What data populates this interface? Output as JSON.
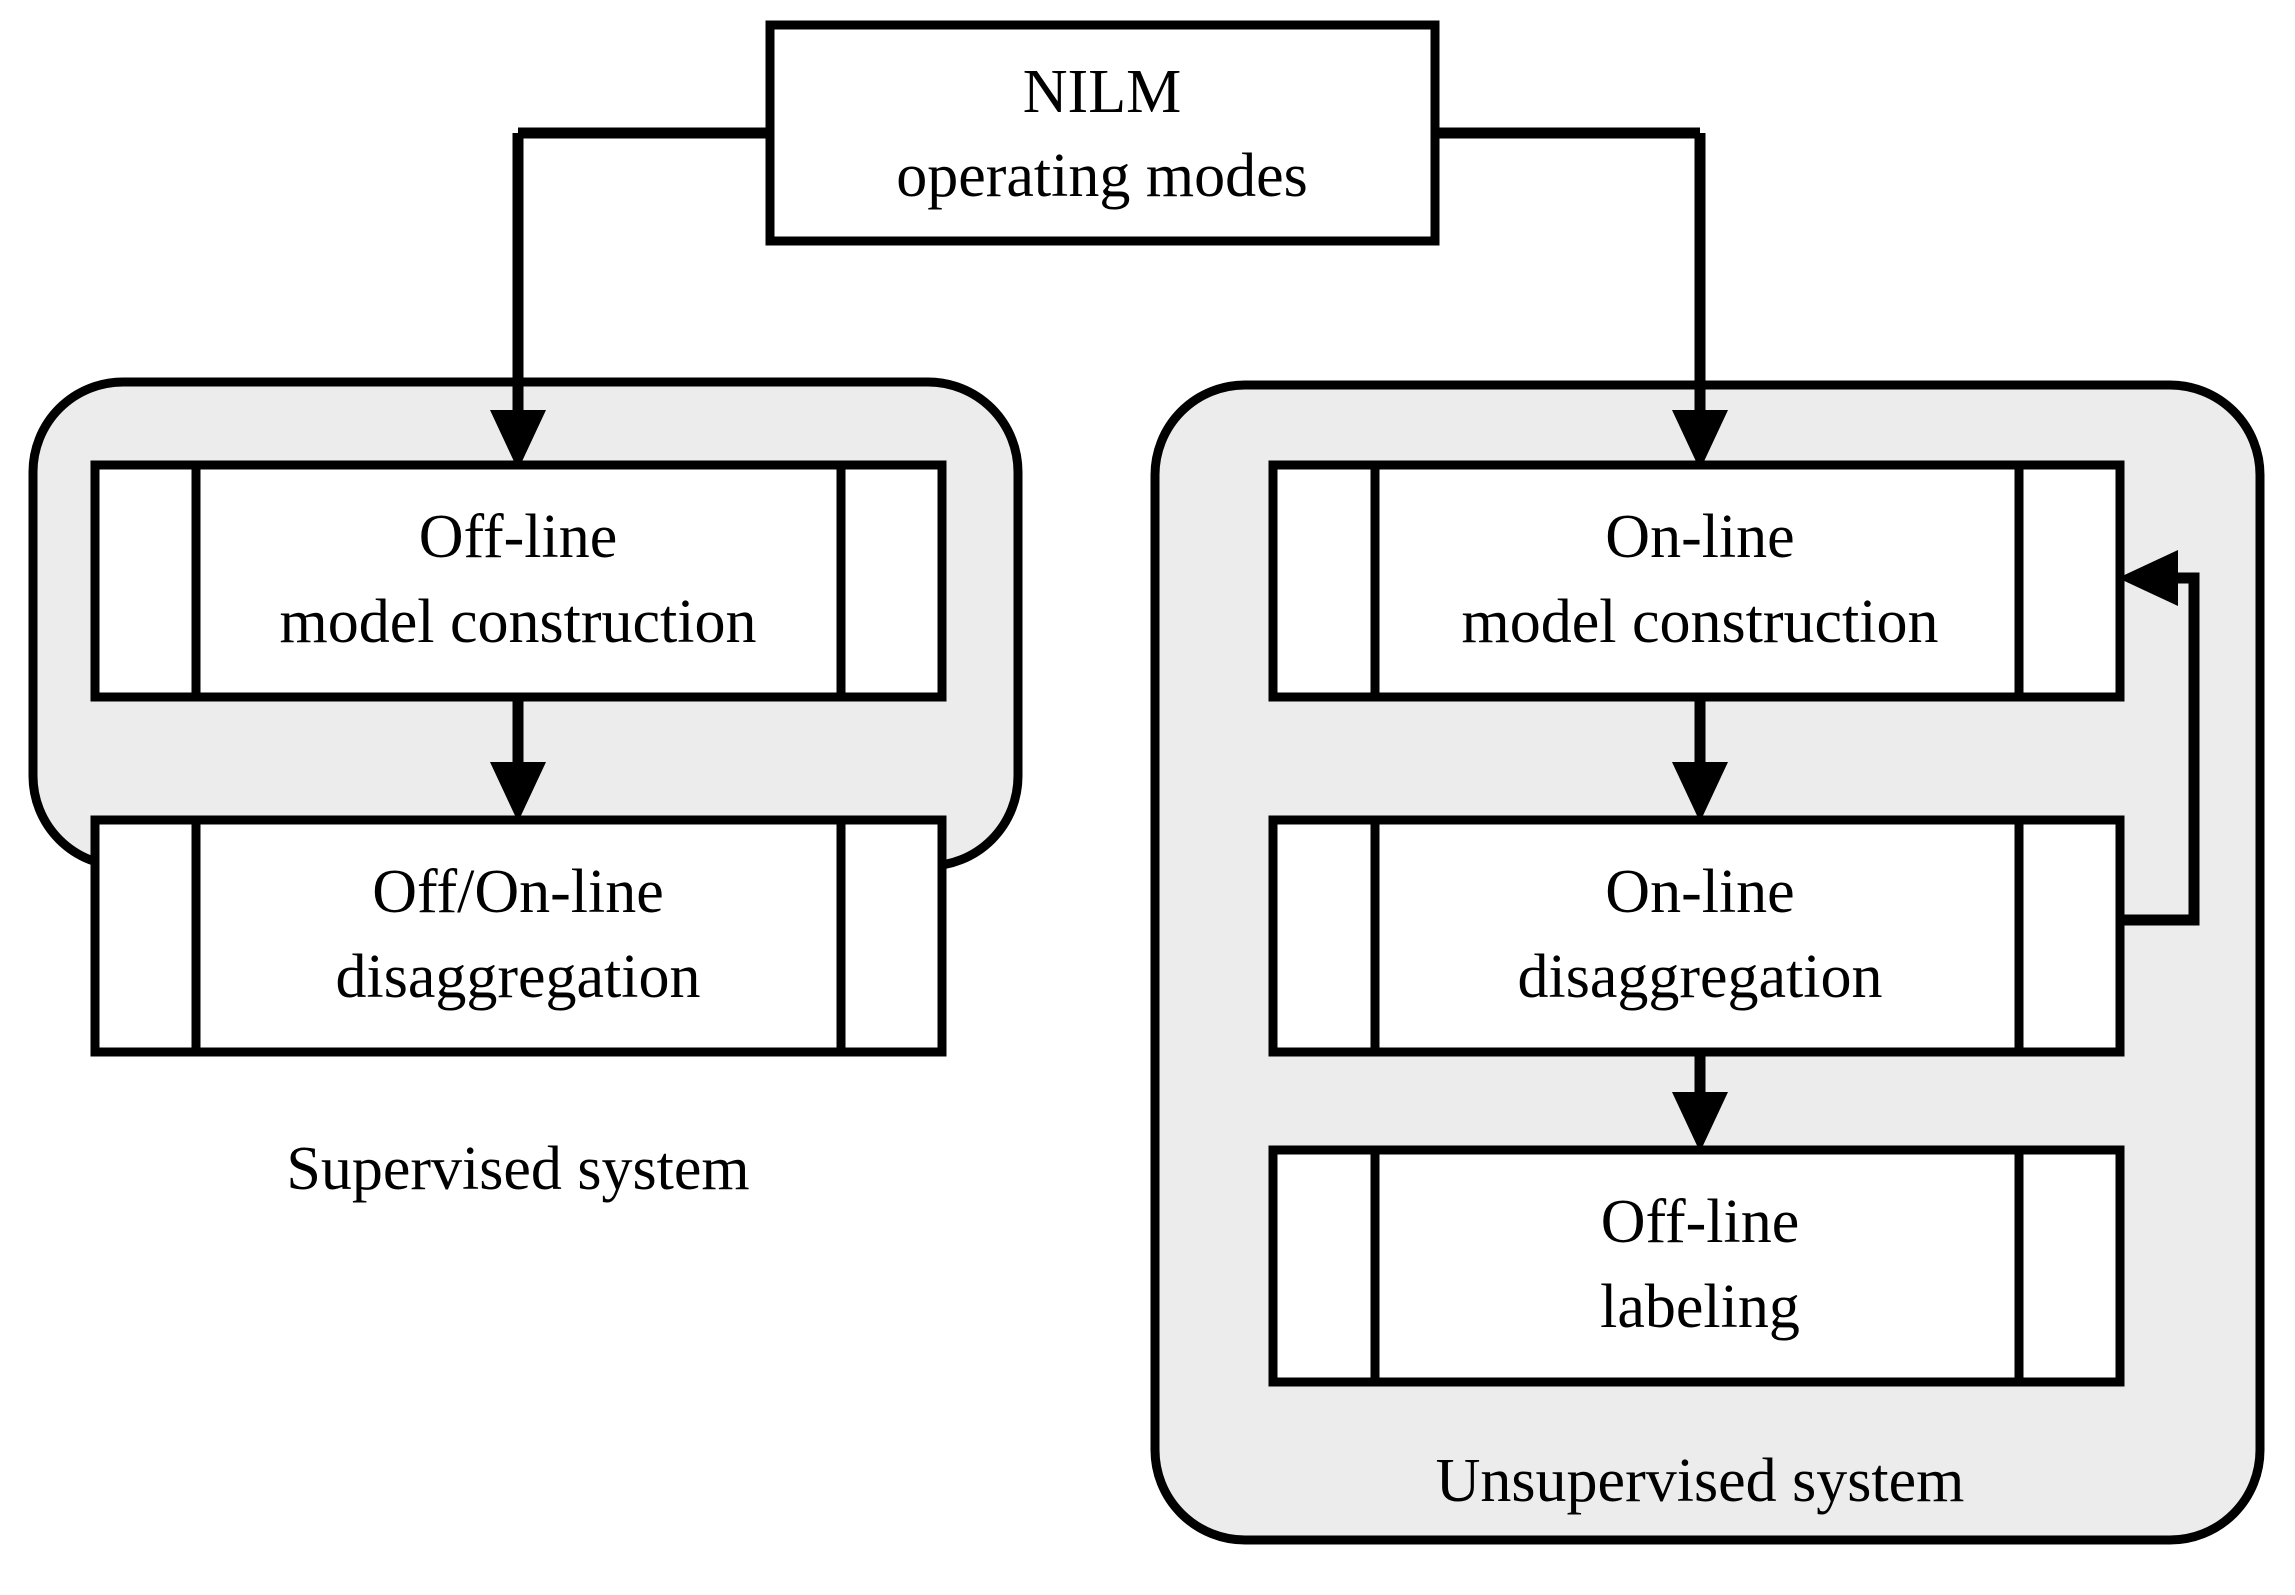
{
  "diagram": {
    "title_node": {
      "id": "nilm-operating-modes",
      "line1": "NILM",
      "line2": "operating modes"
    },
    "groups": [
      {
        "id": "supervised-system",
        "label": "Supervised system",
        "fill": "#ececec",
        "stroke": "#000000",
        "nodes": [
          {
            "id": "offline-model-construction",
            "line1": "Off-line",
            "line2": "model construction"
          },
          {
            "id": "off-on-line-disaggregation",
            "line1": "Off/On-line",
            "line2": "disaggregation"
          }
        ]
      },
      {
        "id": "unsupervised-system",
        "label": "Unsupervised system",
        "fill": "#ececec",
        "stroke": "#000000",
        "nodes": [
          {
            "id": "online-model-construction",
            "line1": "On-line",
            "line2": "model construction"
          },
          {
            "id": "online-disaggregation",
            "line1": "On-line",
            "line2": "disaggregation"
          },
          {
            "id": "offline-labeling",
            "line1": "Off-line",
            "line2": "labeling"
          }
        ]
      }
    ],
    "edges": [
      {
        "id": "edge-root-to-supervised",
        "from": "nilm-operating-modes",
        "to": "offline-model-construction",
        "arrow": true
      },
      {
        "id": "edge-root-to-unsupervised",
        "from": "nilm-operating-modes",
        "to": "online-model-construction",
        "arrow": true
      },
      {
        "id": "edge-offline-model-to-disagg",
        "from": "offline-model-construction",
        "to": "off-on-line-disaggregation",
        "arrow": true
      },
      {
        "id": "edge-online-model-to-disagg",
        "from": "online-model-construction",
        "to": "online-disaggregation",
        "arrow": true
      },
      {
        "id": "edge-online-disagg-to-labeling",
        "from": "online-disaggregation",
        "to": "offline-labeling",
        "arrow": true
      },
      {
        "id": "edge-feedback-disagg-to-model",
        "from": "online-disaggregation",
        "to": "online-model-construction",
        "arrow": true
      }
    ],
    "colors": {
      "background": "#ffffff",
      "group_fill": "#ececec",
      "line": "#000000",
      "node_fill": "#ffffff"
    }
  }
}
